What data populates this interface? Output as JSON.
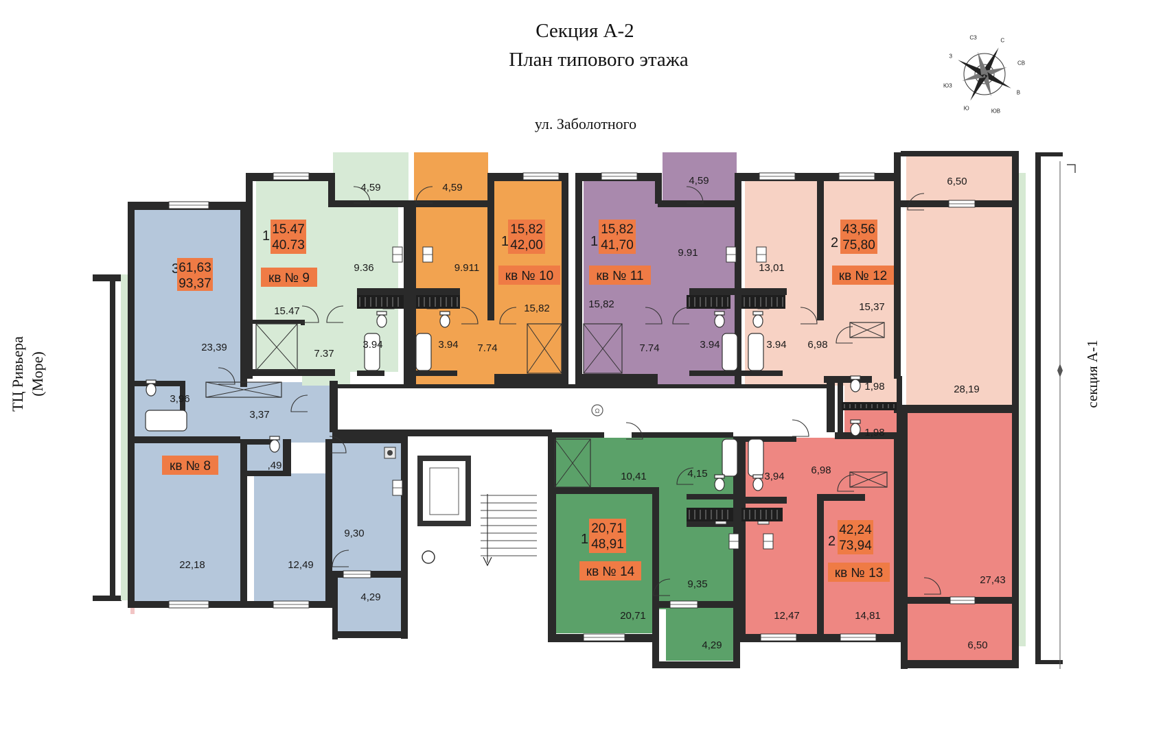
{
  "title": "Секция А-2",
  "subtitle": "План типового этажа",
  "street": "ул. Заболотного",
  "left_label_1": "ТЦ Ривьера",
  "left_label_2": "(Море)",
  "right_label": "секция А-1",
  "compass_labels": [
    "С",
    "СВ",
    "В",
    "ЮВ",
    "Ю",
    "ЮЗ",
    "З",
    "СЗ"
  ],
  "colors": {
    "apt8": "#b5c7db",
    "apt9": "#d7ead6",
    "apt10": "#f2a350",
    "apt11": "#a989ad",
    "apt12": "#f7d2c4",
    "apt13": "#ee8782",
    "apt14": "#5ba169",
    "balcony_green": "#cfe3cf",
    "badge": "#ef7b45",
    "wall": "#2a2a2a"
  },
  "apartments": [
    {
      "id": "8",
      "label": "кв № 8"
    },
    {
      "id": "9",
      "label": "кв № 9",
      "rooms": "1",
      "living": "15.47",
      "total": "40.73"
    },
    {
      "id": "10",
      "label": "кв № 10",
      "rooms": "1",
      "living": "15,82",
      "total": "42,00"
    },
    {
      "id": "11",
      "label": "кв № 11",
      "rooms": "1",
      "living": "15,82",
      "total": "41,70"
    },
    {
      "id": "12",
      "label": "кв № 12",
      "rooms": "2",
      "living": "43,56",
      "total": "75,80"
    },
    {
      "id": "13",
      "label": "кв № 13",
      "rooms": "2",
      "living": "42,24",
      "total": "73,94"
    },
    {
      "id": "14",
      "label": "кв № 14",
      "rooms": "1",
      "living": "20,71",
      "total": "48,91"
    },
    {
      "id": "8b",
      "rooms": "3",
      "living": "61,63",
      "total": "93,37"
    }
  ],
  "room_areas": [
    "4,59",
    "4,59",
    "4,59",
    "6,50",
    "9.36",
    "9.911",
    "9.91",
    "13,01",
    "15.47",
    "15,82",
    "15,82",
    "15,37",
    "7.37",
    "3.94",
    "3.94",
    "7.74",
    "7.74",
    "3.94",
    "3.94",
    "6,98",
    "23,39",
    "3,96",
    "3,37",
    "1,98",
    "1,98",
    "28,19",
    "10,41",
    "4,15",
    "3,94",
    "6,98",
    ",49",
    "9,30",
    "22,18",
    "12,49",
    "4,29",
    "9,35",
    "20,71",
    "4,29",
    "12,47",
    "14,81",
    "27,43",
    "6,50"
  ]
}
